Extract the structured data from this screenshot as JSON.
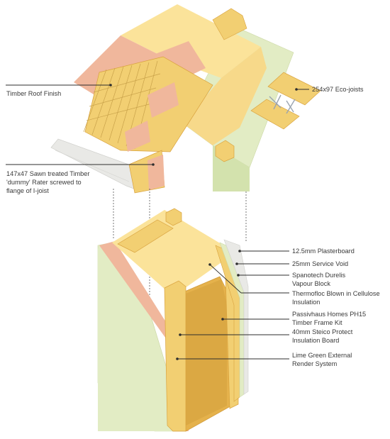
{
  "labels": {
    "roof_finish": "Timber Roof Finish",
    "rafter": [
      "147x47 Sawn treated Timber",
      "'dummy' Rater screwed to",
      "flange of I-joist"
    ],
    "eco_joists": "254x97 Eco-joists",
    "plasterboard": "12.5mm Plasterboard",
    "service_void": "25mm Service Void",
    "vapour_block": [
      "Spanotech Durelis",
      "Vapour Block"
    ],
    "thermofloc": [
      "Thermofloc Blown in Cellulose",
      "Insulation"
    ],
    "frame_kit": [
      "Passivhaus Homes PH15",
      "Timber Frame Kit"
    ],
    "steico": [
      "40mm Steico Protect",
      "Insulation Board"
    ],
    "render": [
      "Lime Green External",
      "Render System"
    ]
  },
  "colors": {
    "insulation_yellow": "#fbe39a",
    "timber_gold": "#f2cf72",
    "timber_dark": "#d9a23e",
    "steico_pink": "#f0b79c",
    "render_green": "#e2ecc4",
    "render_green_dark": "#cfe0a6",
    "plaster_grey": "#e9e9e6"
  }
}
